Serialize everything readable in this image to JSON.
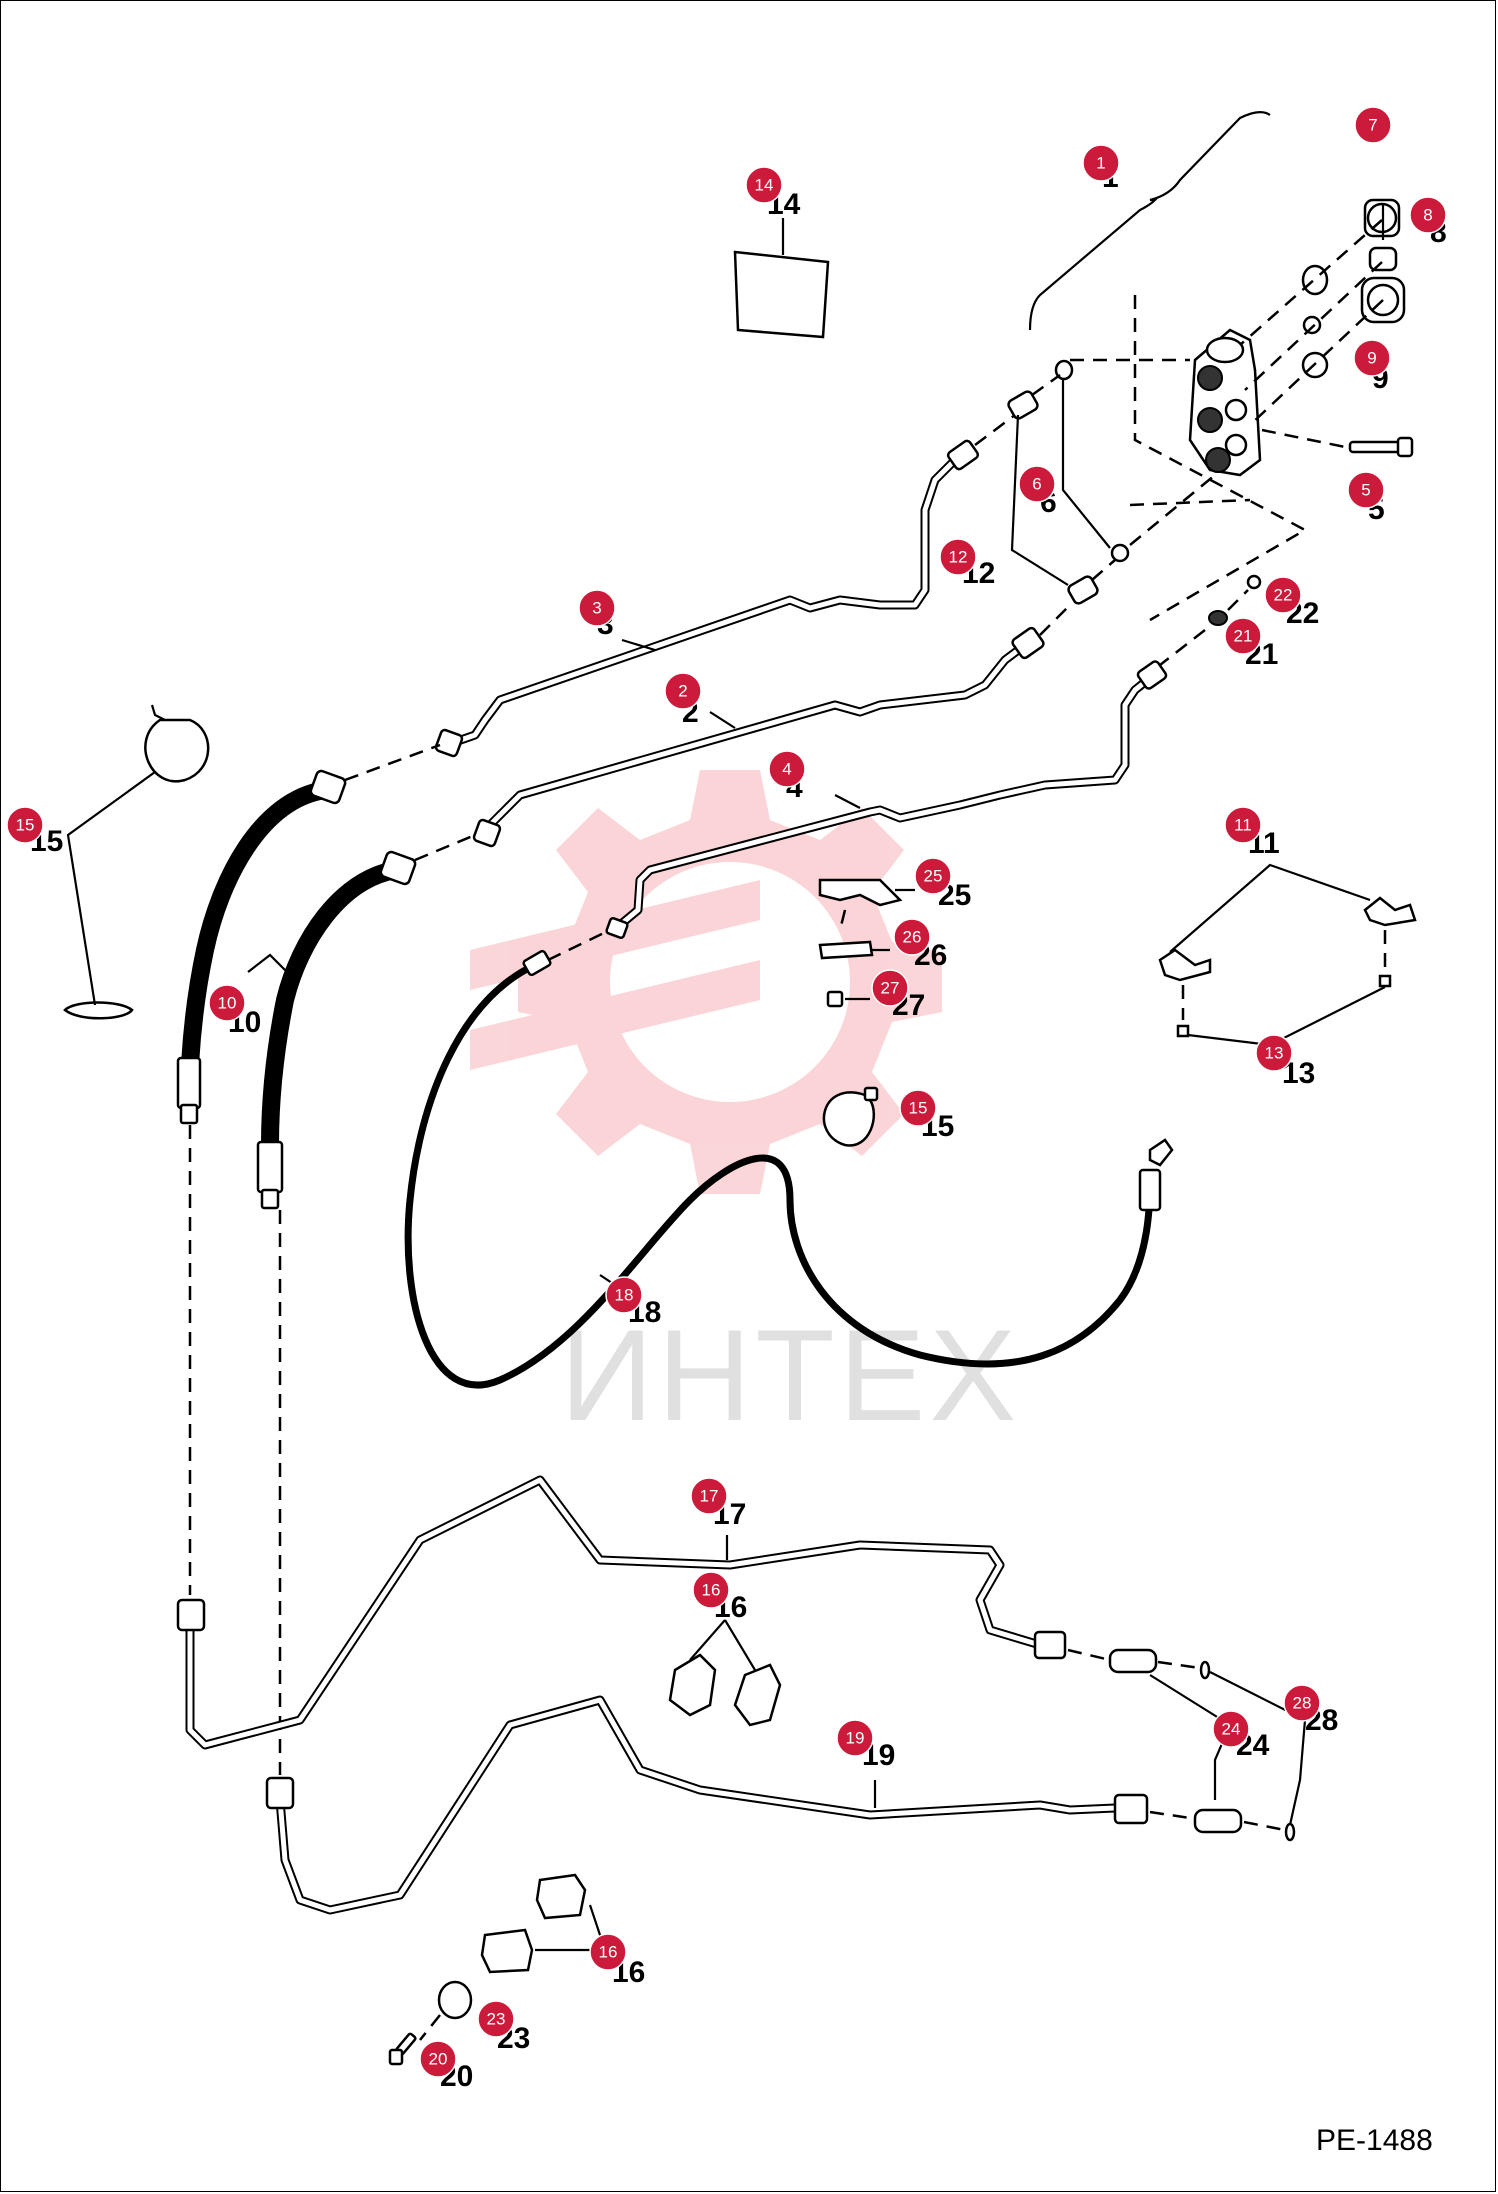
{
  "drawing_id": "PE-1488",
  "watermark": {
    "text": "ИНТЕХ",
    "color": "#e8303a"
  },
  "badge_color": "#cc1b3a",
  "callouts": [
    {
      "id": "callout-1",
      "number": "1"
    },
    {
      "id": "callout-2",
      "number": "2"
    },
    {
      "id": "callout-3",
      "number": "3"
    },
    {
      "id": "callout-4",
      "number": "4"
    },
    {
      "id": "callout-5",
      "number": "5"
    },
    {
      "id": "callout-6",
      "number": "6"
    },
    {
      "id": "callout-7",
      "number": "7"
    },
    {
      "id": "callout-8",
      "number": "8"
    },
    {
      "id": "callout-9",
      "number": "9"
    },
    {
      "id": "callout-10",
      "number": "10"
    },
    {
      "id": "callout-11",
      "number": "11"
    },
    {
      "id": "callout-12",
      "number": "12"
    },
    {
      "id": "callout-13",
      "number": "13"
    },
    {
      "id": "callout-14",
      "number": "14"
    },
    {
      "id": "callout-15a",
      "number": "15"
    },
    {
      "id": "callout-15b",
      "number": "15"
    },
    {
      "id": "callout-16a",
      "number": "16"
    },
    {
      "id": "callout-16b",
      "number": "16"
    },
    {
      "id": "callout-17",
      "number": "17"
    },
    {
      "id": "callout-18",
      "number": "18"
    },
    {
      "id": "callout-19",
      "number": "19"
    },
    {
      "id": "callout-20",
      "number": "20"
    },
    {
      "id": "callout-21",
      "number": "21"
    },
    {
      "id": "callout-22",
      "number": "22"
    },
    {
      "id": "callout-23",
      "number": "23"
    },
    {
      "id": "callout-24",
      "number": "24"
    },
    {
      "id": "callout-25",
      "number": "25"
    },
    {
      "id": "callout-26",
      "number": "26"
    },
    {
      "id": "callout-27",
      "number": "27"
    },
    {
      "id": "callout-28",
      "number": "28"
    }
  ]
}
